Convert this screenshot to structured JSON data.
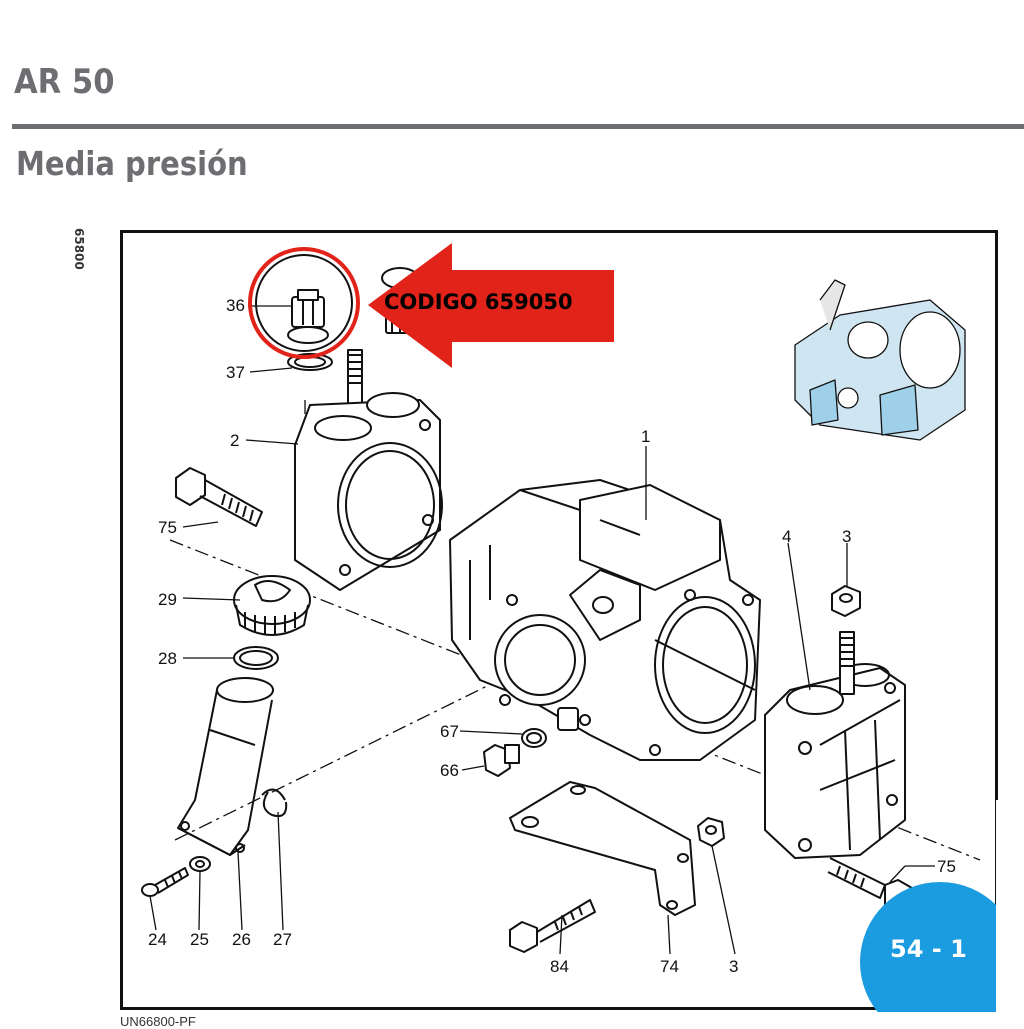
{
  "header": {
    "model": "AR 50",
    "subtitle": "Media presión"
  },
  "side_code": "65800",
  "callout": {
    "text": "CODIGO 659050",
    "color": "#e2231a"
  },
  "page_badge": {
    "label": "54 - 1",
    "color": "#1b9be0"
  },
  "footer_code": "UN66800-PF",
  "part_labels": {
    "p36": "36",
    "p37": "37",
    "p2": "2",
    "p1": "1",
    "p75a": "75",
    "p29": "29",
    "p28": "28",
    "p4": "4",
    "p3a": "3",
    "p67": "67",
    "p66": "66",
    "p75b": "75",
    "p24": "24",
    "p25": "25",
    "p26": "26",
    "p27": "27",
    "p84": "84",
    "p74": "74",
    "p3b": "3"
  },
  "colors": {
    "header_gray": "#6d6e71",
    "line": "#111111"
  }
}
